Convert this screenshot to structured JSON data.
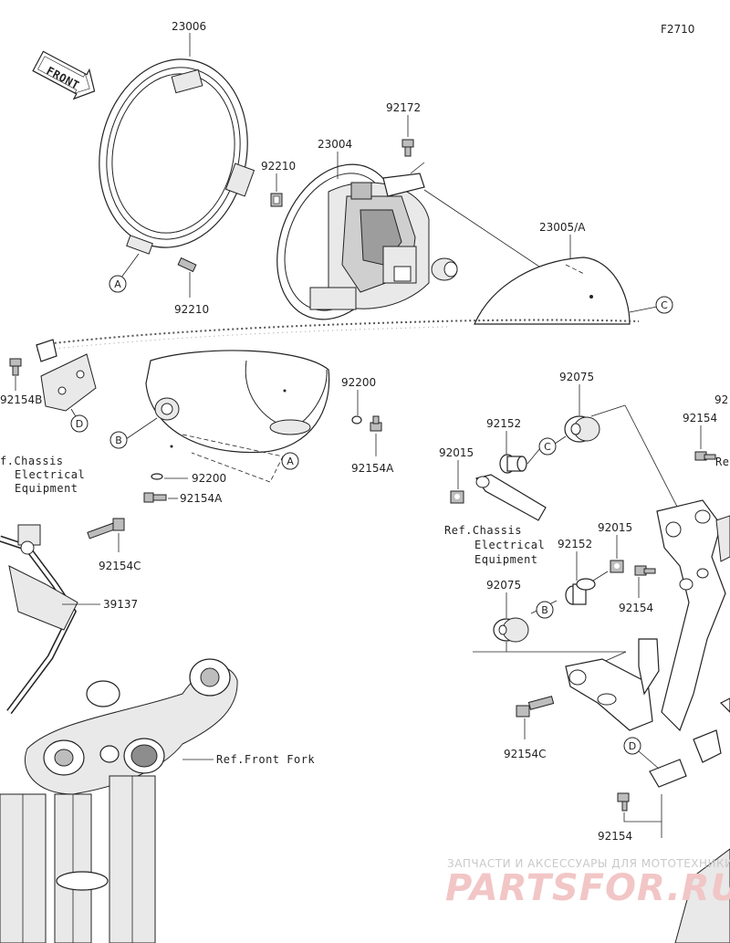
{
  "figure_code": "F2710",
  "front_label": "FRONT",
  "part_numbers": {
    "p23006": "23006",
    "p23004": "23004",
    "p23005a": "23005/A",
    "p92172": "92172",
    "p92210_nut": "92210",
    "p92210_bolt": "92210",
    "p92200_right": "92200",
    "p92200_left": "92200",
    "p92154a_right": "92154A",
    "p92154a_left": "92154A",
    "p92154b": "92154B",
    "p92154c_left": "92154C",
    "p92154c_right": "92154C",
    "p39137": "39137",
    "p92075_top": "92075",
    "p92075_bottom": "92075",
    "p92152_top": "92152",
    "p92152_bottom": "92152",
    "p92015_left": "92015",
    "p92015_right": "92015",
    "p92154_topright": "92154",
    "p92154_mid": "92154",
    "p92154_bottom": "92154",
    "p92_cut": "92"
  },
  "references": {
    "chassis_left_l1": "f.Chassis",
    "chassis_left_l2": "Electrical",
    "chassis_left_l3": "Equipment",
    "chassis_right_l1": "Ref.Chassis",
    "chassis_right_l2": "Electrical",
    "chassis_right_l3": "Equipment",
    "front_fork": "Ref.Front Fork",
    "topright_cut": "Re"
  },
  "callouts": {
    "a1": "A",
    "a2": "A",
    "b1": "B",
    "b2": "B",
    "c1": "C",
    "c2": "C",
    "d1": "D",
    "d2": "D"
  },
  "watermark": {
    "line1": "ЗАПЧАСТИ И АКСЕССУАРЫ ДЛЯ МОТОТЕХНИКИ",
    "line2": "PARTSFOR.RU"
  }
}
